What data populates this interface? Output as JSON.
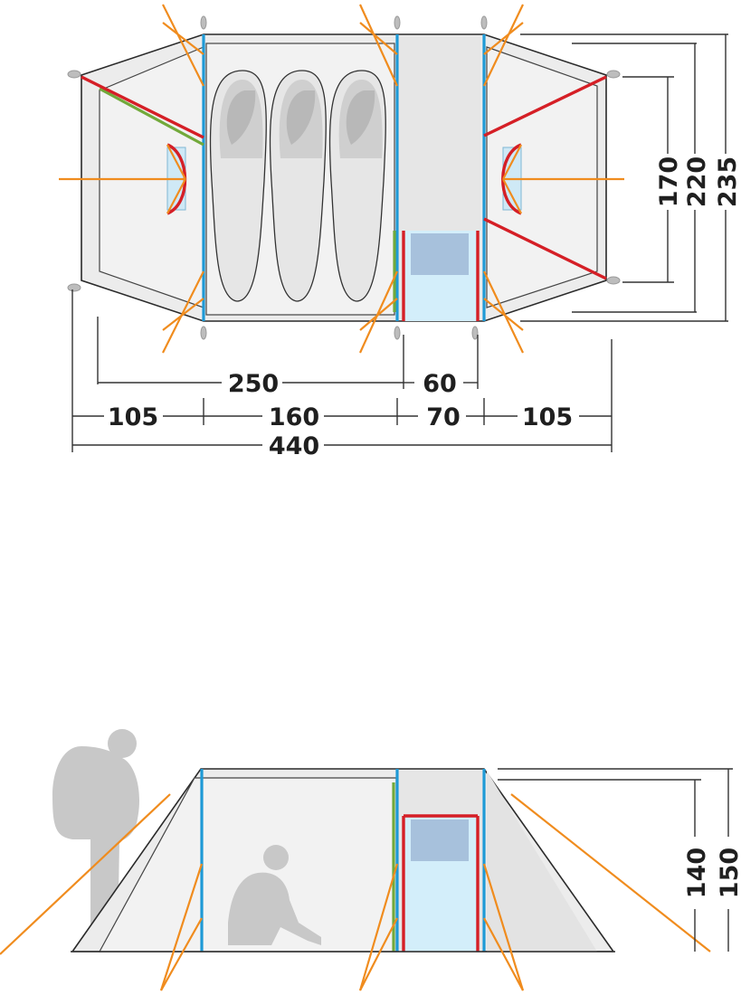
{
  "top_view": {
    "dims_width": {
      "inner_length": "250",
      "vestibule_inner": "60",
      "front_apse": "105",
      "bedroom": "160",
      "vestibule": "70",
      "rear_apse": "105",
      "total_length": "440"
    },
    "dims_depth": {
      "inner_width": "170",
      "mid_width": "220",
      "total_width": "235"
    }
  },
  "side_view": {
    "dims_height": {
      "inner_height": "140",
      "total_height": "150"
    }
  },
  "colors": {
    "pole_blue": "#1e9ad6",
    "pole_green": "#72a93b",
    "pole_red": "#d51f26",
    "guy_rope": "#f08c1e"
  }
}
